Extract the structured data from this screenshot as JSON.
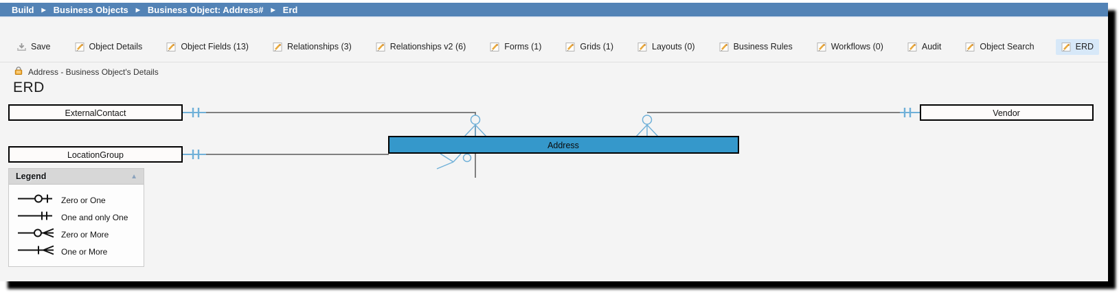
{
  "breadcrumb": {
    "separator": "▶",
    "items": [
      {
        "label": "Build"
      },
      {
        "label": "Business Objects"
      },
      {
        "label": "Business Object: Address#"
      },
      {
        "label": "Erd"
      }
    ]
  },
  "toolbar": {
    "items": [
      {
        "label": "Save",
        "icon": "save-icon"
      },
      {
        "label": "Object Details",
        "icon": "pencil-icon"
      },
      {
        "label": "Object Fields (13)",
        "icon": "pencil-icon"
      },
      {
        "label": "Relationships (3)",
        "icon": "pencil-icon"
      },
      {
        "label": "Relationships v2 (6)",
        "icon": "pencil-icon"
      },
      {
        "label": "Forms (1)",
        "icon": "pencil-icon"
      },
      {
        "label": "Grids (1)",
        "icon": "pencil-icon"
      },
      {
        "label": "Layouts (0)",
        "icon": "pencil-icon"
      },
      {
        "label": "Business Rules",
        "icon": "pencil-icon"
      },
      {
        "label": "Workflows (0)",
        "icon": "pencil-icon"
      },
      {
        "label": "Audit",
        "icon": "pencil-icon"
      },
      {
        "label": "Object Search",
        "icon": "pencil-icon"
      },
      {
        "label": "ERD",
        "icon": "pencil-icon",
        "active": true
      }
    ]
  },
  "subheader": {
    "label": "Address - Business Object's Details",
    "icon": "lock-icon"
  },
  "page_title": "ERD",
  "erd": {
    "entities": [
      {
        "name": "ExternalContact"
      },
      {
        "name": "LocationGroup"
      },
      {
        "name": "Vendor"
      },
      {
        "name": "Address",
        "highlighted": true
      }
    ],
    "colors": {
      "entity_fill": "#3598cb",
      "entity_plain_fill": "#fdfbfa",
      "connector_blue": "#6fb0d8",
      "line_gray": "#7f7f7f",
      "breadcrumb_bg": "#5383b6",
      "active_tab_bg": "#d7e8f8"
    }
  },
  "legend": {
    "title": "Legend",
    "collapse_icon": "▲",
    "items": [
      {
        "label": "Zero or One",
        "symbol": "zero-or-one"
      },
      {
        "label": "One and only One",
        "symbol": "one-and-only-one"
      },
      {
        "label": "Zero or More",
        "symbol": "zero-or-more"
      },
      {
        "label": "One or More",
        "symbol": "one-or-more"
      }
    ]
  }
}
